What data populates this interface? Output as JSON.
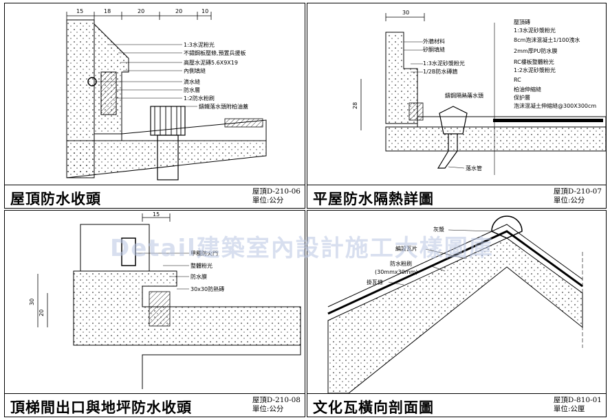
{
  "watermark": "Detail建築室內設計施工大樣圖庫",
  "panels": [
    {
      "title": "屋頂防水收頭",
      "code": "屋頂D-210-06",
      "unit": "單位:公分",
      "dims": [
        "15",
        "18",
        "20",
        "20",
        "10"
      ],
      "labels": [
        "1:3水泥粉光",
        "不鏽鋼板壓條,預置兵援板",
        "高壓水泥磚5.6X9X19",
        "內側填縫",
        "滴水縫",
        "防水層",
        "1:2防水粉刷",
        "鑄鐵落水頭附柏油蓋"
      ]
    },
    {
      "title": "平屋防水隔熱詳圖",
      "code": "屋頂D-210-07",
      "unit": "單位:公分",
      "dims": [
        "30",
        "28"
      ],
      "labels": [
        "外牆材料",
        "矽酮填縫",
        "1:3水泥砂漿粉光",
        "1/2B防水磚牆",
        "鑄鋼隔熱落水頭",
        "落水管"
      ],
      "right_labels": [
        "壓頂磚",
        "1:3水泥砂漿粉光",
        "8cm泡沫混凝土1/100洩水",
        "2mm厚PU防水膜",
        "RC樓板整體粉光",
        "1:2水泥砂漿粉光",
        "RC",
        "柏油伸縮縫",
        "保护層",
        "泡沫混凝土伸縮縫@300X300cm"
      ]
    },
    {
      "title": "頂梯間出口與地坪防水收頭",
      "code": "屋頂D-210-08",
      "unit": "單位:公分",
      "dims": [
        "15",
        "30",
        "20"
      ],
      "labels": [
        "甲種防火門",
        "整體粉光",
        "防水膜",
        "30x30防熱磚"
      ]
    },
    {
      "title": "文化瓦橫向剖面圖",
      "code": "屋頂D-810-01",
      "unit": "單位:公厘",
      "labels": [
        "灰漿",
        "編設瓦片",
        "防水粉刷",
        "(30mmx30mm)",
        "掛瓦條"
      ]
    }
  ]
}
